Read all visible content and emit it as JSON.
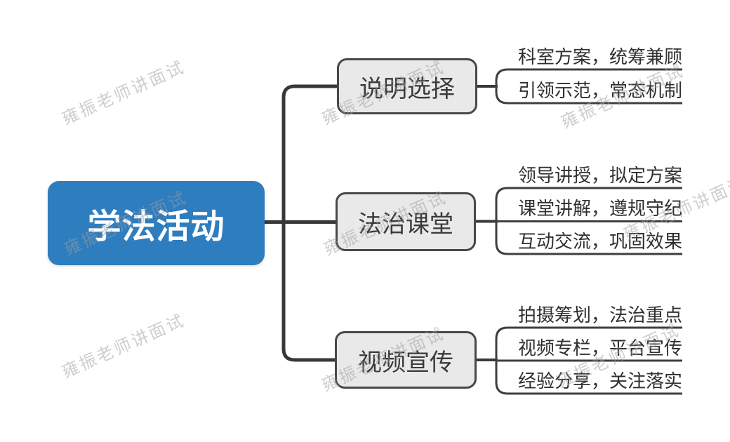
{
  "root": {
    "label": "学法活动"
  },
  "branches": [
    {
      "label": "说明选择",
      "leaves": [
        "科室方案，统筹兼顾",
        "引领示范，常态机制"
      ]
    },
    {
      "label": "法治课堂",
      "leaves": [
        "领导讲授，拟定方案",
        "课堂讲解，遵规守纪",
        "互动交流，巩固效果"
      ]
    },
    {
      "label": "视频宣传",
      "leaves": [
        "拍摄筹划，法治重点",
        "视频专栏，平台宣传",
        "经验分享，关注落实"
      ]
    }
  ],
  "watermark": {
    "text": "雍振老师讲面试"
  },
  "colors": {
    "root_fill": "#2e7dbf",
    "root_text": "#ffffff",
    "branch_fill": "#e9e9e9",
    "branch_border": "#484848",
    "connector": "#383838",
    "leaf_text": "#2f2f2f",
    "watermark_text": "#9f9f9f"
  }
}
